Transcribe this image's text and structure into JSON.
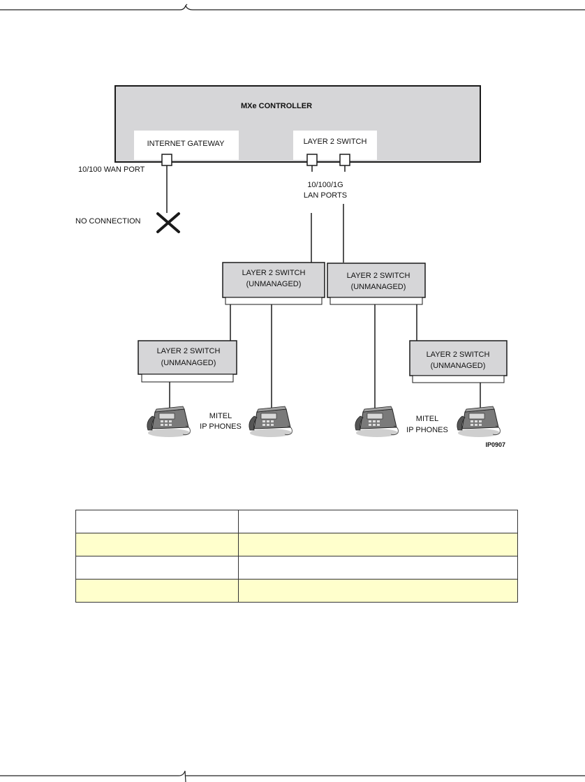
{
  "diagram": {
    "controller": {
      "title": "MXe CONTROLLER",
      "gateway_label": "INTERNET GATEWAY",
      "switch_label": "LAYER 2 SWITCH"
    },
    "wan_port_label": "10/100 WAN PORT",
    "lan_ports_label_line1": "10/100/1G",
    "lan_ports_label_line2": "LAN PORTS",
    "no_connection_label": "NO CONNECTION",
    "switches": [
      {
        "line1": "LAYER 2 SWITCH",
        "line2": "(UNMANAGED)"
      },
      {
        "line1": "LAYER 2 SWITCH",
        "line2": "(UNMANAGED)"
      },
      {
        "line1": "LAYER 2 SWITCH",
        "line2": "(UNMANAGED)"
      },
      {
        "line1": "LAYER 2 SWITCH",
        "line2": "(UNMANAGED)"
      }
    ],
    "phones_label_left": {
      "line1": "MITEL",
      "line2": "IP PHONES"
    },
    "phones_label_right": {
      "line1": "MITEL",
      "line2": "IP PHONES"
    },
    "figure_id": "IP0907",
    "colors": {
      "box_fill": "#d6d6d8",
      "line": "#1a1a1a",
      "table_shade": "#ffffcc"
    }
  },
  "table": {
    "rows": [
      {
        "shaded": false,
        "cells": [
          "",
          ""
        ]
      },
      {
        "shaded": true,
        "cells": [
          "",
          ""
        ]
      },
      {
        "shaded": false,
        "cells": [
          "",
          ""
        ]
      },
      {
        "shaded": true,
        "cells": [
          "",
          ""
        ]
      }
    ]
  }
}
